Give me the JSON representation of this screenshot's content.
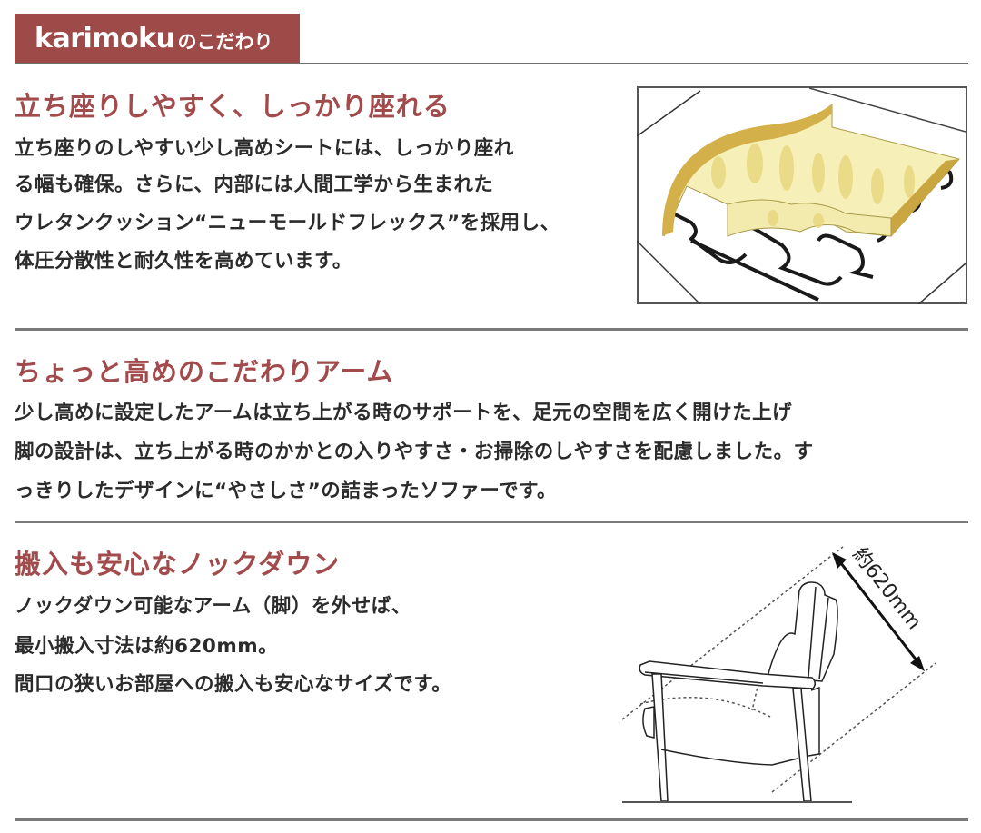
{
  "header": {
    "brand": "karimoku",
    "suffix": "のこだわり",
    "badge_color": "#9e4a48"
  },
  "sections": [
    {
      "title": "立ち座りしやすく、しっかり座れる",
      "lines": [
        "立ち座りのしやすい少し高めシートには、しっかり座れ",
        "る幅も確保。さらに、内部には人間工学から生まれた",
        "ウレタンクッション“ニューモールドフレックス”を採用し、",
        "体圧分散性と耐久性を高めています。"
      ],
      "figure": "urethane-cushion-cutaway-illustration"
    },
    {
      "title": "ちょっと高めのこだわりアーム",
      "lines": [
        "少し高めに設定したアームは立ち上がる時のサポートを、足元の空間を広く開けた上げ",
        "脚の設計は、立ち上がる時のかかとの入りやすさ・お掃除のしやすさを配慮しました。す",
        "っきりしたデザインに“やさしさ”の詰まったソファーです。"
      ]
    },
    {
      "title": "搬入も安心なノックダウン",
      "lines": [
        "ノックダウン可能なアーム（脚）を外せば、",
        "最小搬入寸法は約620mm。",
        "間口の狭いお部屋への搬入も安心なサイズです。"
      ],
      "figure": "knockdown-chair-side-view-diagram",
      "dimension_label": "約620mm"
    }
  ],
  "colors": {
    "title": "#a24b4c",
    "body": "#2b2b2b",
    "rule": "#7a7a7a",
    "cushion": "#f6f0b8",
    "cushion_edge": "#d4b04a"
  }
}
